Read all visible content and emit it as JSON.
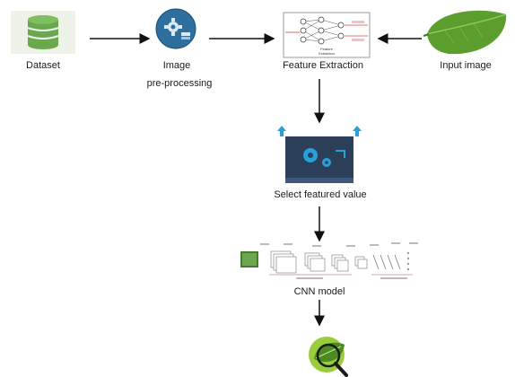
{
  "nodes": {
    "dataset": {
      "label": "Dataset"
    },
    "preprocessing": {
      "label_line1": "Image",
      "label_line2": "pre-processing"
    },
    "feature_extraction": {
      "label": "Feature Extraction",
      "inner_text": "Feature\nExtraction"
    },
    "input_image": {
      "label": "Input image"
    },
    "select_featured": {
      "label": "Select featured value"
    },
    "cnn_model": {
      "label": "CNN model"
    },
    "result": {
      "label": ""
    }
  },
  "colors": {
    "arrow": "#111111",
    "db_green": "#6aa84f",
    "db_bg": "#eef3ea",
    "gear_blue": "#2e6f9e",
    "leaf_green": "#5b9e2e",
    "monitor_dark": "#2b3f59",
    "monitor_accent": "#2aa0d8",
    "fe_red": "#d64040"
  },
  "icons": {
    "dataset": "database-icon",
    "preprocessing": "gear-data-icon",
    "feature_extraction": "neural-network-icon",
    "input_image": "leaf-icon",
    "select_featured": "monitor-gear-icon",
    "cnn_model": "cnn-architecture-icon",
    "result": "magnified-leaf-icon"
  }
}
